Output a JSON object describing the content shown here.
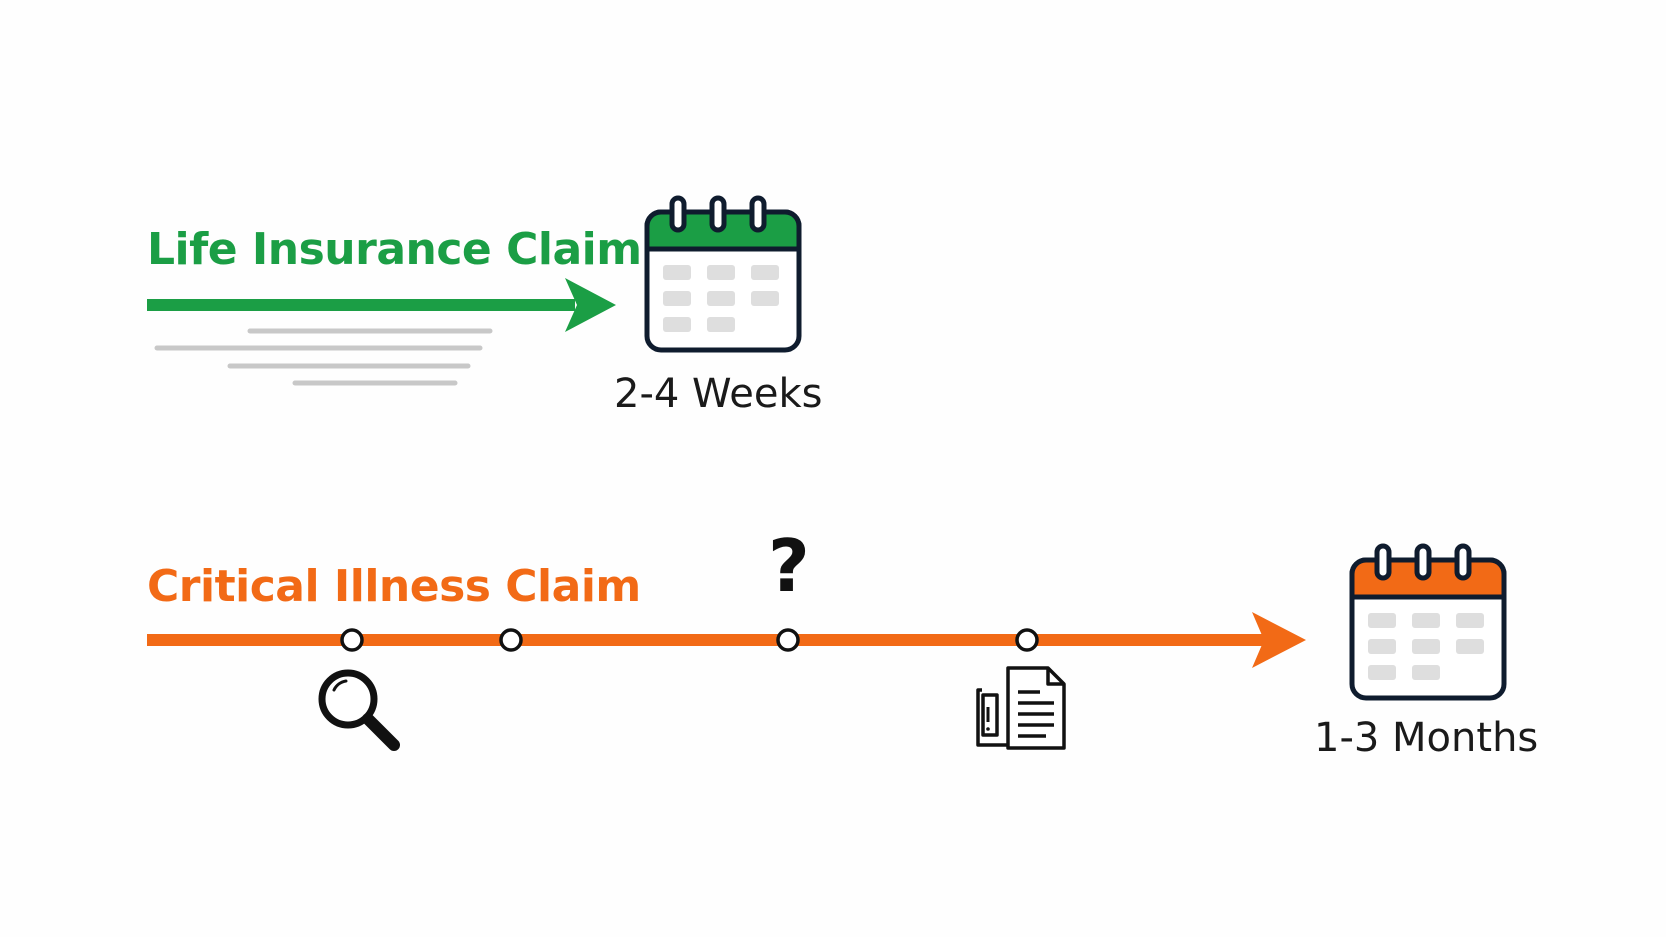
{
  "colors": {
    "life": "#1b9e45",
    "critical": "#f26a16",
    "outline": "#0f1c2e",
    "grid_cell": "#dedede",
    "speed_lines": "#c8c8c8",
    "icon_stroke": "#111111"
  },
  "life_claim": {
    "title": "Life Insurance Claim",
    "duration": "2-4 Weeks",
    "icon": "calendar-icon"
  },
  "critical_claim": {
    "title": "Critical Illness Claim",
    "duration": "1-3 Months",
    "icon": "calendar-icon",
    "milestones": [
      {
        "name": "milestone-review",
        "icon": "magnifying-glass-icon"
      },
      {
        "name": "milestone-2",
        "icon": ""
      },
      {
        "name": "milestone-question",
        "icon": "question-mark-icon",
        "text": "?"
      },
      {
        "name": "milestone-documents",
        "icon": "documents-icon"
      }
    ]
  }
}
